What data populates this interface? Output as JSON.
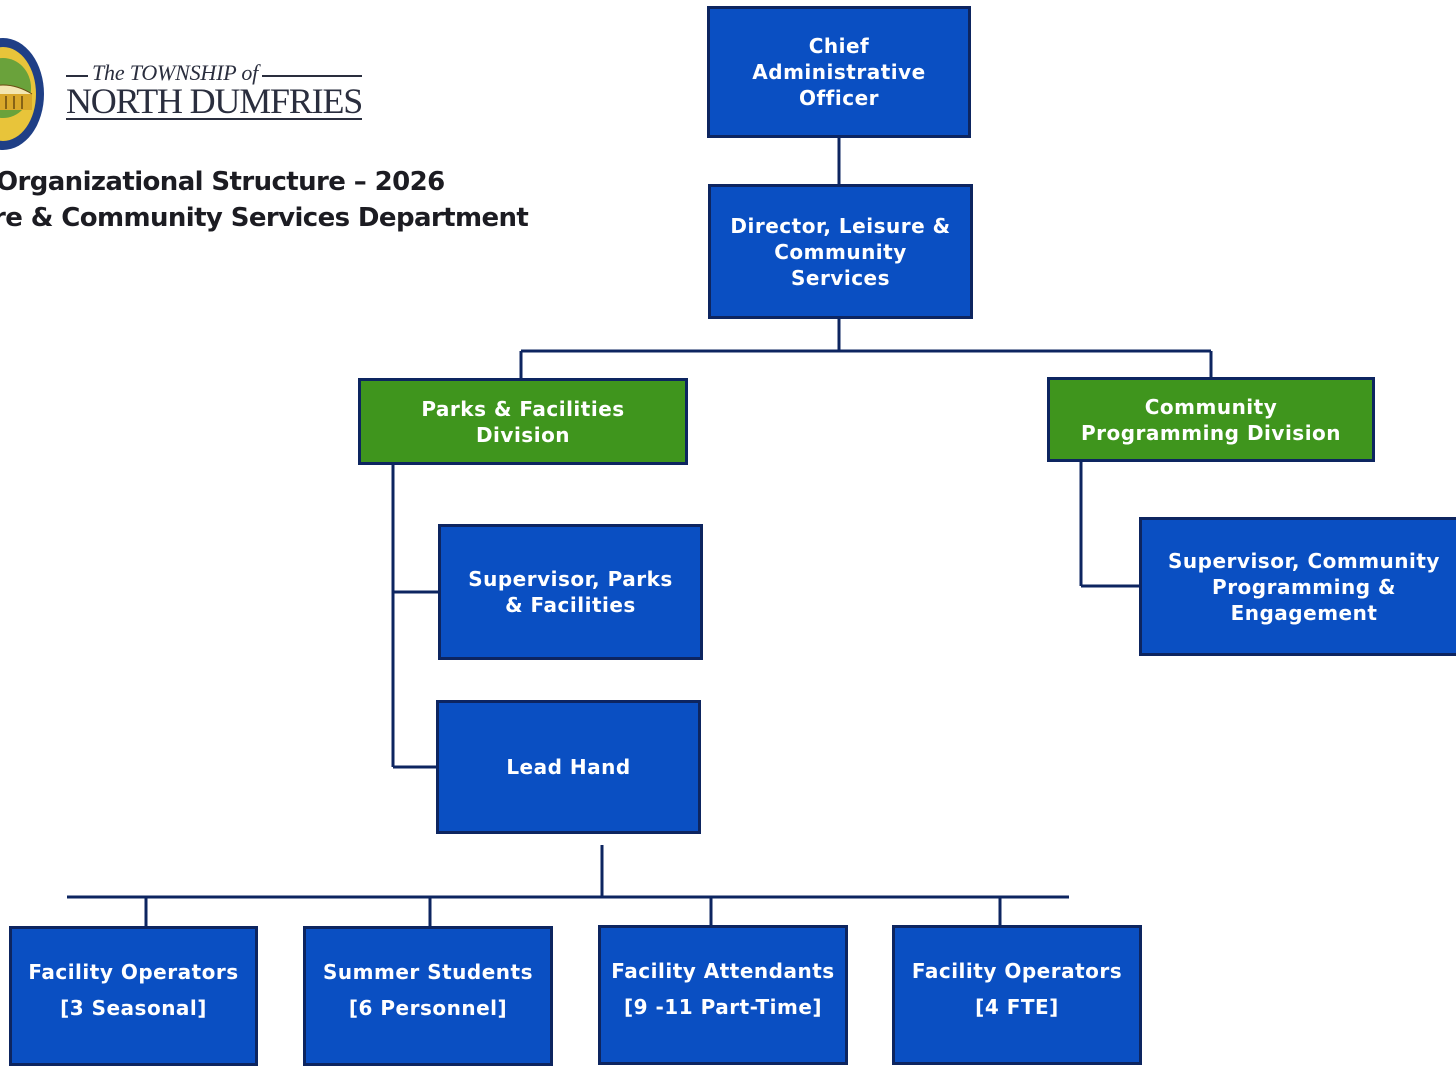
{
  "header": {
    "brand_small": "The TOWNSHIP of",
    "brand_big": "NORTH DUMFRIES",
    "title_line1": "Organizational Structure – 2026",
    "title_line2": "re & Community Services Department"
  },
  "colors": {
    "box_blue": "#0a4fc2",
    "box_green": "#3f951d",
    "border": "#0d2560",
    "connector": "#0d2560"
  },
  "org": {
    "cao": "Chief Administrative Officer",
    "director": "Director, Leisure & Community Services",
    "parks_division": "Parks & Facilities Division",
    "programming_division": "Community Programming Division",
    "supervisor_parks": "Supervisor, Parks & Facilities",
    "supervisor_programming": "Supervisor, Community Programming & Engagement",
    "lead_hand": "Lead Hand",
    "staff": [
      {
        "title": "Facility Operators",
        "detail": "[3 Seasonal]"
      },
      {
        "title": "Summer Students",
        "detail": "[6 Personnel]"
      },
      {
        "title": "Facility Attendants",
        "detail": "[9 -11 Part-Time]"
      },
      {
        "title": "Facility Operators",
        "detail": "[4 FTE]"
      }
    ]
  }
}
